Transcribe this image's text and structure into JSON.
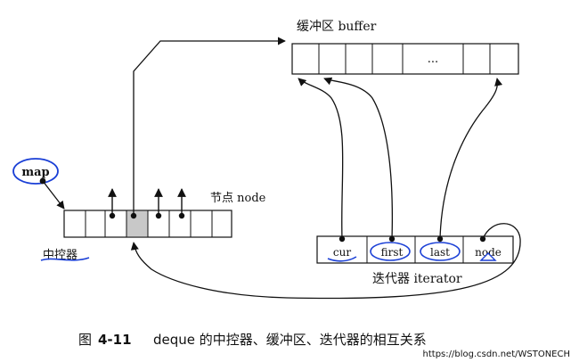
{
  "diagram": {
    "buffer_label": "缓冲区 buffer",
    "buffer_ellipsis": "...",
    "node_label": "节点 node",
    "map_label": "map",
    "controller_label": "中控器",
    "iterator_label": "迭代器 iterator",
    "iterator_fields": [
      "cur",
      "first",
      "last",
      "node"
    ]
  },
  "caption": {
    "prefix": "图",
    "number": "4-11",
    "text": "deque 的中控器、缓冲区、迭代器的相互关系"
  },
  "watermark": "https://blog.csdn.net/WSTONECH",
  "colors": {
    "ink": "#111111",
    "pen": "#1a3fd6",
    "shade": "#c8c8c8",
    "watermark": "#bdbdbd"
  }
}
